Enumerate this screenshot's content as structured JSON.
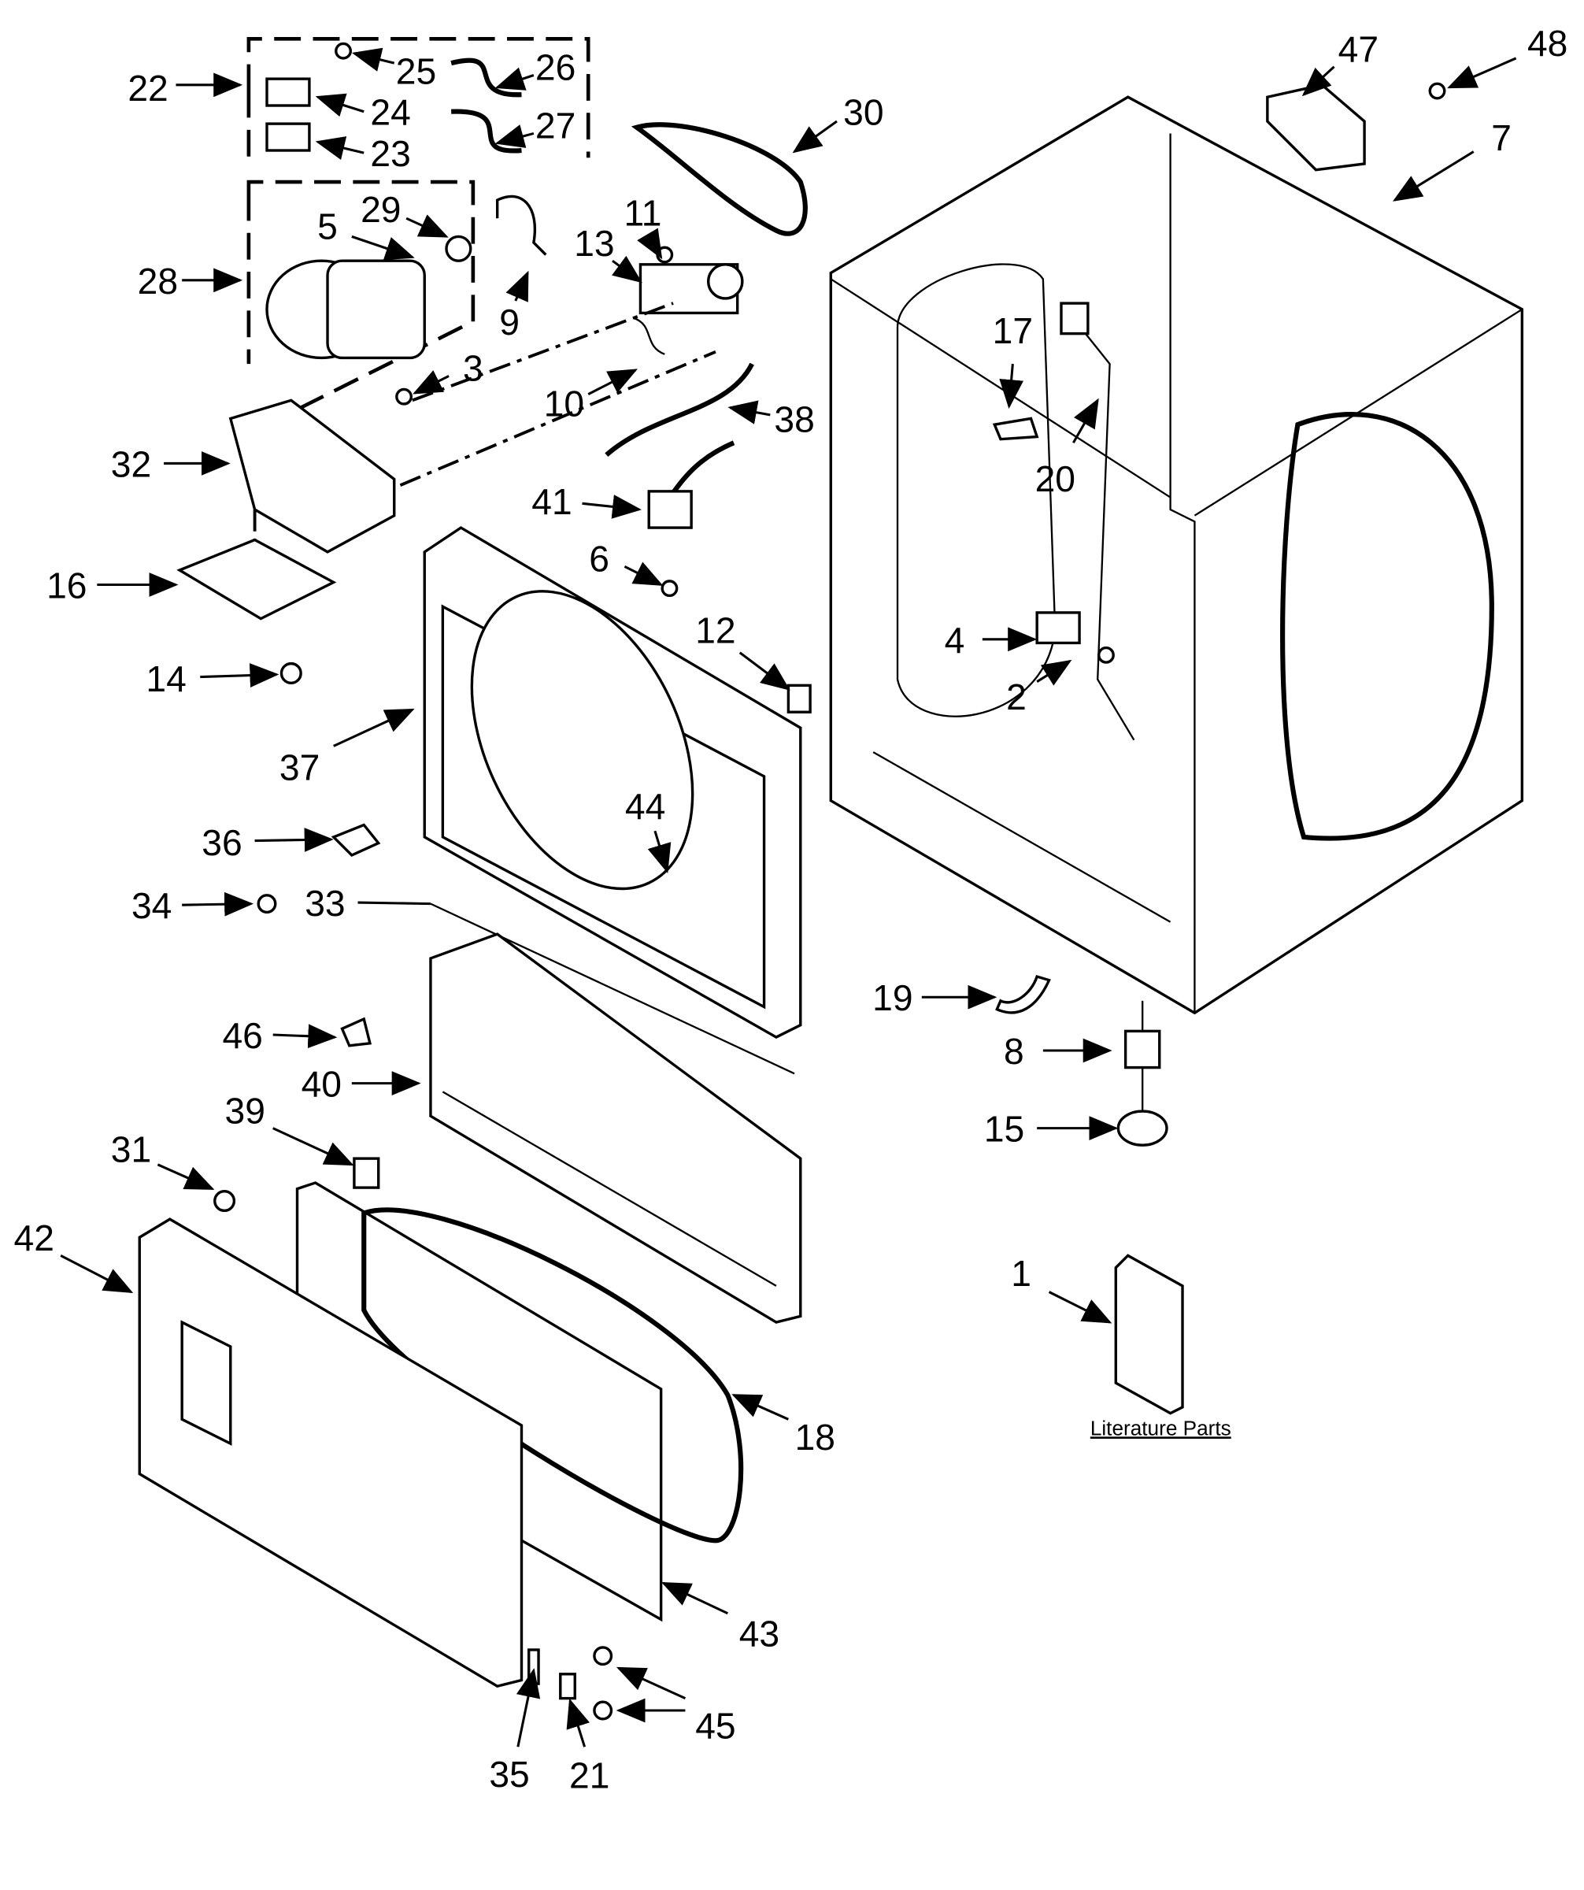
{
  "diagram": {
    "type": "exploded-parts-diagram",
    "part_labels": [
      "22",
      "25",
      "26",
      "24",
      "27",
      "23",
      "30",
      "47",
      "48",
      "7",
      "5",
      "29",
      "11",
      "13",
      "28",
      "9",
      "17",
      "3",
      "10",
      "38",
      "32",
      "20",
      "41",
      "6",
      "16",
      "4",
      "12",
      "14",
      "2",
      "37",
      "36",
      "44",
      "34",
      "33",
      "19",
      "46",
      "8",
      "40",
      "15",
      "39",
      "31",
      "1",
      "42",
      "18",
      "43",
      "45",
      "35",
      "21"
    ],
    "literature_caption": "Literature Parts"
  }
}
